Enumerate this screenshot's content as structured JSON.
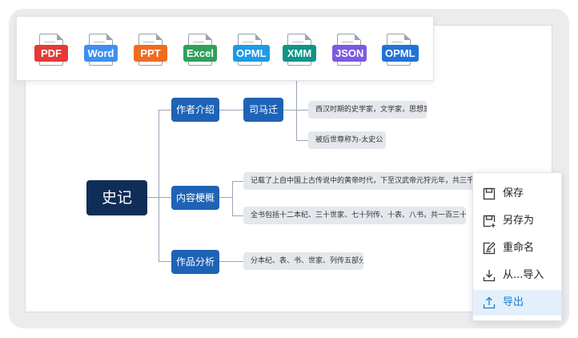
{
  "formats": [
    {
      "label": "PDF",
      "color": "#e53935"
    },
    {
      "label": "Word",
      "color": "#3d8ff0"
    },
    {
      "label": "PPT",
      "color": "#ef6c22"
    },
    {
      "label": "Excel",
      "color": "#2fa15a"
    },
    {
      "label": "OPML",
      "color": "#1e9be6"
    },
    {
      "label": "XMM",
      "color": "#0f9488"
    },
    {
      "label": "JSON",
      "color": "#7b5be0"
    },
    {
      "label": "OPML",
      "color": "#2273d8"
    }
  ],
  "mindmap": {
    "root": "史记",
    "topics": [
      {
        "label": "作者介绍",
        "sub": "司马迁",
        "details": [
          "西汉时期的史学家，文学家，思想家",
          "被后世尊称为-太史公"
        ]
      },
      {
        "label": "内容梗概",
        "details": [
          "记载了上自中国上古传说中的黄帝时代，下至汉武帝元狩元年，共三千多年的历史",
          "全书包括十二本纪、三十世家、七十列传、十表、八书，共一百三十篇"
        ]
      },
      {
        "label": "作品分析",
        "details": [
          "分本纪、表、书、世家、列传五部分"
        ]
      }
    ]
  },
  "menu": {
    "items": [
      {
        "label": "保存",
        "icon": "save-icon"
      },
      {
        "label": "另存为",
        "icon": "save-as-icon"
      },
      {
        "label": "重命名",
        "icon": "rename-icon"
      },
      {
        "label": "从...导入",
        "icon": "import-icon"
      },
      {
        "label": "导出",
        "icon": "export-icon"
      }
    ],
    "active_index": 4,
    "active_color": "#1c7bd6"
  }
}
